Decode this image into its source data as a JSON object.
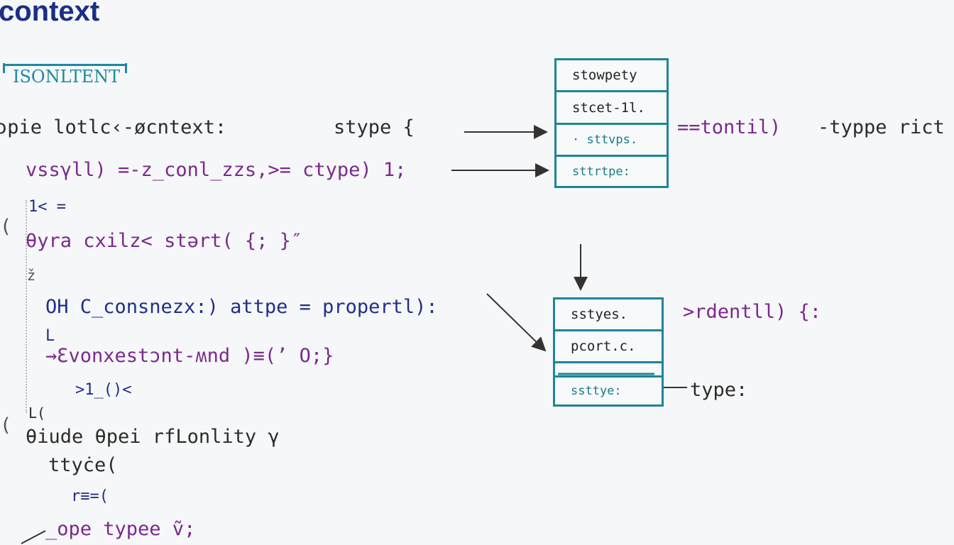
{
  "title": "context",
  "tag": "ISONLTENT",
  "code_lines": [
    "ɔpie lotlc‹-øcntext:",
    "stype {",
    "vssγll) =-z_conl_zzs,>= ctype) 1;",
    "1< =",
    "θyra cxilz< stərt( {; }″",
    "ž",
    "OH C_consnezx:) attpe = propertl):",
    "L",
    "→Ɛvonxestɔnt‑ʍnd )≡(’ O;}",
    ">1_()<",
    "L(",
    "θiude θpei rfLonlity γ",
    "ttyċe(",
    "r≡=(",
    "_ope typee ṽ;"
  ],
  "box_top": {
    "rows": [
      "stowpety",
      "stcet-1l.",
      "· sttvps.",
      "sttrtpe:"
    ]
  },
  "box_bottom": {
    "rows": [
      "sstyes.",
      "pcort.c.",
      "",
      "ssttye:"
    ]
  },
  "labels": {
    "right_top_a": "==tontil)",
    "right_top_b": "-typpe rict",
    "right_mid": ">rdentll) {:",
    "right_bottom": "type:"
  }
}
